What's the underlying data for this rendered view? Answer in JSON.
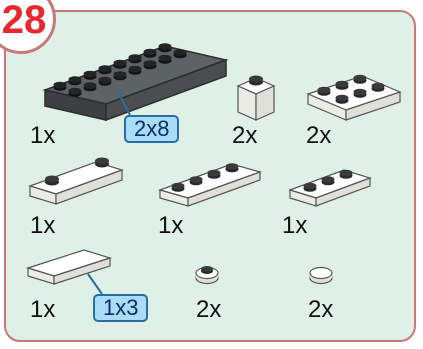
{
  "step": {
    "number": "28"
  },
  "parts": [
    {
      "name": "plate-2x8-dark-gray",
      "qty": "1x",
      "callout": "2x8",
      "color": "#555a5c"
    },
    {
      "name": "brick-1x1-white",
      "qty": "2x",
      "color": "#f7f7f3"
    },
    {
      "name": "plate-2x3-white",
      "qty": "2x",
      "color": "#f7f7f3"
    },
    {
      "name": "plate-1x4-two-studs-white",
      "qty": "1x",
      "color": "#f7f7f3"
    },
    {
      "name": "plate-1x4-white",
      "qty": "1x",
      "color": "#f7f7f3"
    },
    {
      "name": "plate-1x3-white",
      "qty": "1x",
      "color": "#f7f7f3"
    },
    {
      "name": "tile-1x3-white",
      "qty": "1x",
      "callout": "1x3",
      "color": "#f7f7f3"
    },
    {
      "name": "plate-round-1x1-white",
      "qty": "2x",
      "color": "#f7f7f3"
    },
    {
      "name": "tile-round-1x1-white",
      "qty": "2x",
      "color": "#f7f7f3"
    }
  ],
  "colors": {
    "border": "#c8787a",
    "panel": "#dff0e6",
    "step_number": "#e7282e",
    "callout_fill": "#a9dcf6",
    "callout_border": "#2a6da0"
  }
}
